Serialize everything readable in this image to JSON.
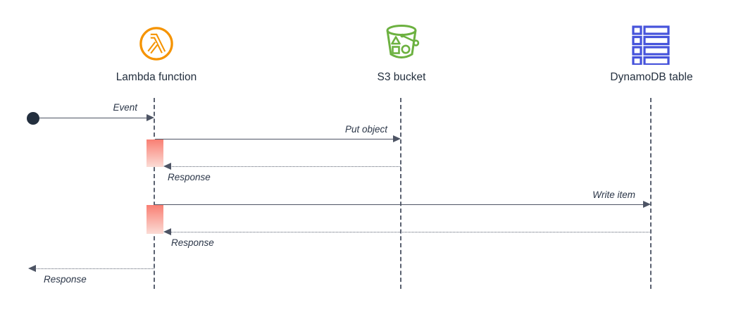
{
  "diagram_type": "sequence-diagram",
  "actors": [
    {
      "label": "Lambda function",
      "icon": "lambda-icon",
      "color": "#F59300"
    },
    {
      "label": "S3 bucket",
      "icon": "s3-bucket-icon",
      "color": "#6CB140"
    },
    {
      "label": "DynamoDB table",
      "icon": "dynamodb-table-icon",
      "color": "#4653DB"
    }
  ],
  "messages": [
    {
      "label": "Event",
      "from": "start",
      "to": "Lambda function",
      "line": "solid"
    },
    {
      "label": "Put object",
      "from": "Lambda function",
      "to": "S3 bucket",
      "line": "solid"
    },
    {
      "label": "Response",
      "from": "S3 bucket",
      "to": "Lambda function",
      "line": "dotted"
    },
    {
      "label": "Write item",
      "from": "Lambda function",
      "to": "DynamoDB table",
      "line": "solid"
    },
    {
      "label": "Response",
      "from": "DynamoDB table",
      "to": "Lambda function",
      "line": "dotted"
    },
    {
      "label": "Response",
      "from": "Lambda function",
      "to": "start",
      "line": "dotted"
    }
  ],
  "colors": {
    "lambda_orange": "#F59300",
    "s3_green": "#6CB140",
    "dynamodb_blue": "#4653DB",
    "text": "#232F3E",
    "line": "#4D5464",
    "lifeline": "#5A6170",
    "activation_top": "#F97F73",
    "activation_bottom": "#FBDCD6",
    "start_node": "#232F3E",
    "background": "#FFFFFF"
  }
}
